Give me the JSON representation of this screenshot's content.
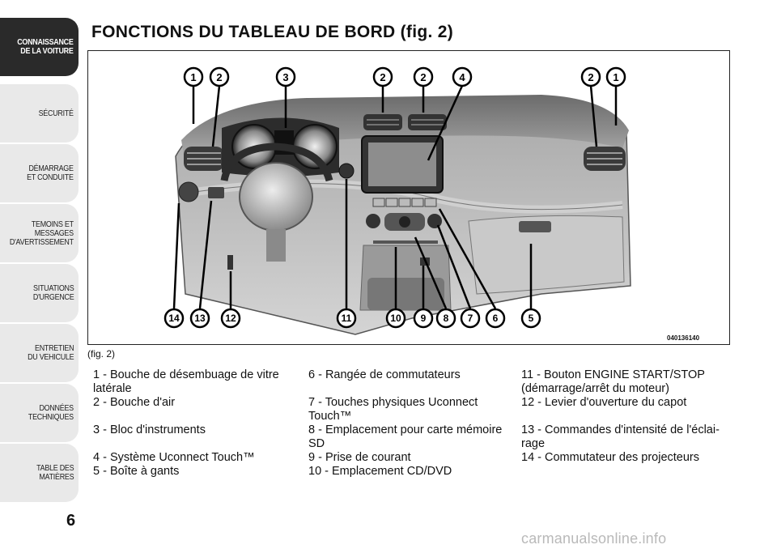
{
  "sidebar": {
    "tabs": [
      {
        "label": "CONNAISSANCE\nDE LA VOITURE",
        "active": true
      },
      {
        "label": "SÉCURITÉ",
        "active": false
      },
      {
        "label": "DÉMARRAGE\nET CONDUITE",
        "active": false
      },
      {
        "label": "TEMOINS ET\nMESSAGES\nD'AVERTISSEMENT",
        "active": false
      },
      {
        "label": "SITUATIONS\nD'URGENCE",
        "active": false
      },
      {
        "label": "ENTRETIEN\nDU VEHICULE",
        "active": false
      },
      {
        "label": "DONNÉES\nTECHNIQUES",
        "active": false
      },
      {
        "label": "TABLE DES\nMATIÈRES",
        "active": false
      }
    ]
  },
  "page": {
    "title": "FONCTIONS DU TABLEAU DE BORD (fig.  2)",
    "page_number": "6",
    "figure_code": "040136140",
    "figure_caption": "(fig. 2)"
  },
  "callouts": {
    "top": [
      "1",
      "2",
      "3",
      "2",
      "2",
      "4",
      "2",
      "1"
    ],
    "bottom": [
      "14",
      "13",
      "12",
      "11",
      "10",
      "9",
      "8",
      "7",
      "6",
      "5"
    ]
  },
  "legend": {
    "col1": [
      "1 - Bouche de désembuage de vitre latérale",
      "2 - Bouche d'air",
      "3 - Bloc d'instruments",
      "4 - Système Uconnect Touch™",
      "5 - Boîte à gants"
    ],
    "col2": [
      "6 - Rangée de commutateurs",
      "7 - Touches physiques Uconnect Touch™",
      "8 - Emplacement pour carte mémoire SD",
      "9 - Prise de courant",
      "10 - Emplacement CD/DVD"
    ],
    "col3": [
      "11 - Bouton ENGINE START/STOP (démarrage/arrêt du moteur)",
      "12 - Levier d'ouverture du capot",
      "13 - Commandes d'intensité de l'éclai-rage",
      "14 - Commutateur des projecteurs"
    ]
  },
  "watermark": "carmanualsonline.info"
}
